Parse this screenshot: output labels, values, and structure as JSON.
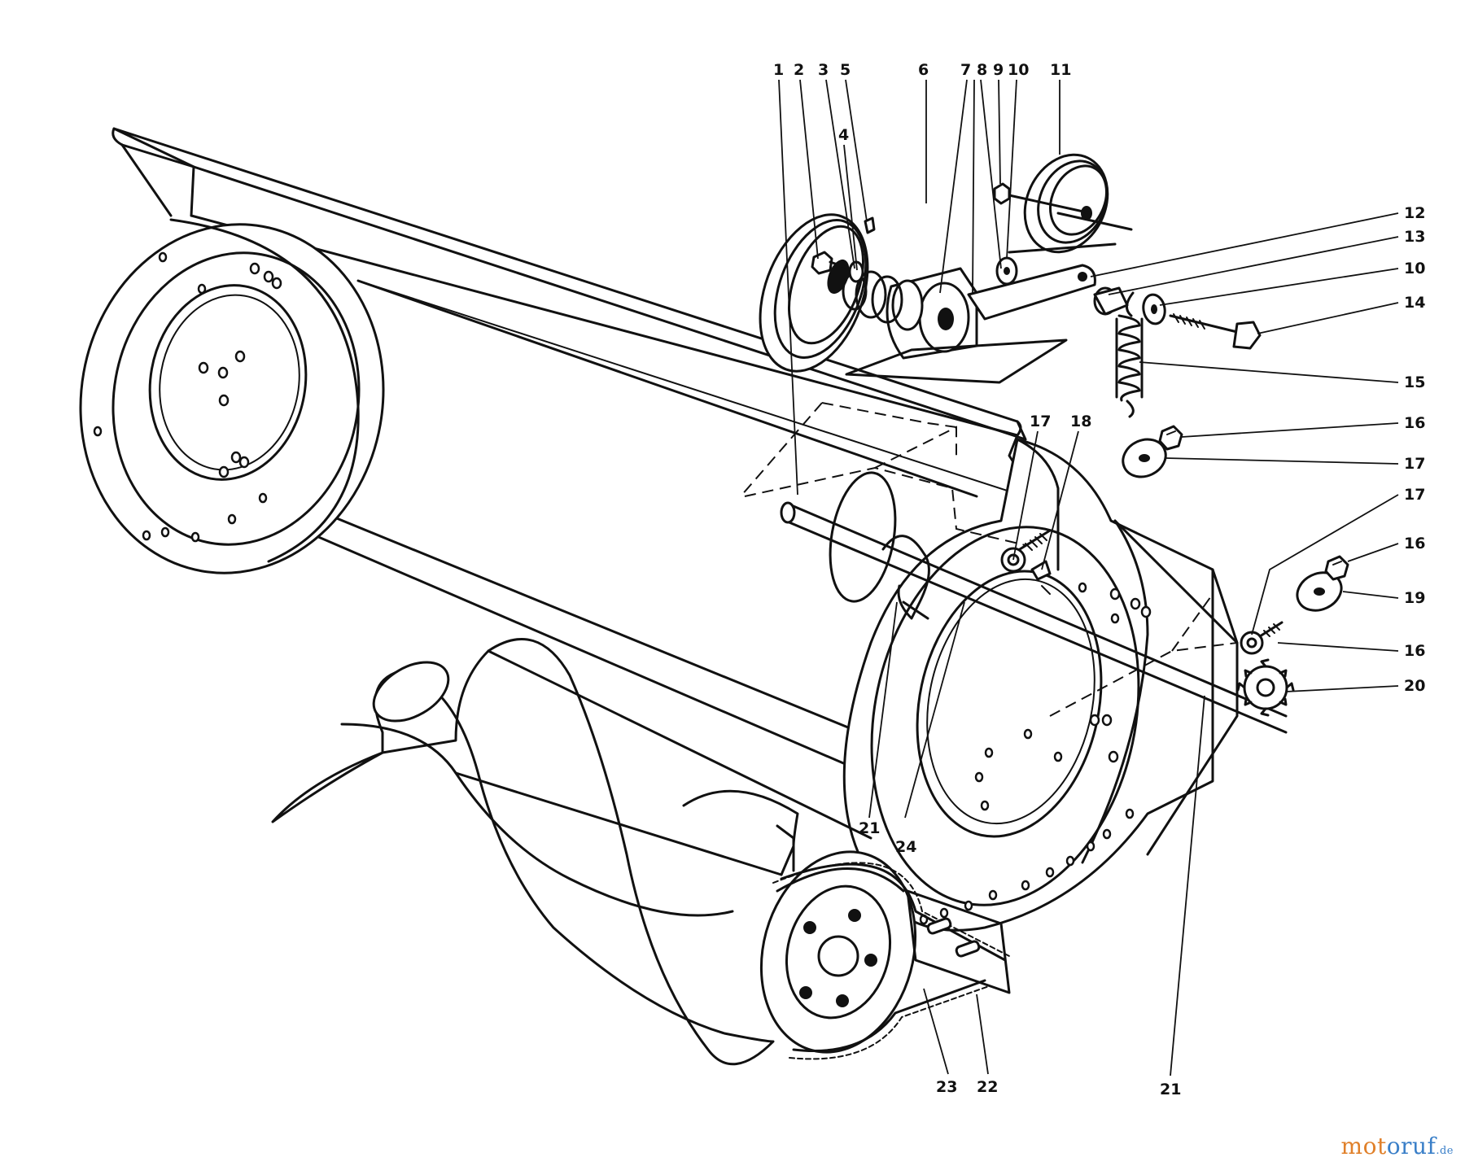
{
  "callouts": [
    {
      "id": "c1",
      "text": "1"
    },
    {
      "id": "c2",
      "text": "2"
    },
    {
      "id": "c3",
      "text": "3"
    },
    {
      "id": "c4",
      "text": "4"
    },
    {
      "id": "c5",
      "text": "5"
    },
    {
      "id": "c6",
      "text": "6"
    },
    {
      "id": "c7",
      "text": "7"
    },
    {
      "id": "c8",
      "text": "8"
    },
    {
      "id": "c9",
      "text": "9"
    },
    {
      "id": "c10a",
      "text": "10"
    },
    {
      "id": "c11",
      "text": "11"
    },
    {
      "id": "c12",
      "text": "12"
    },
    {
      "id": "c13",
      "text": "13"
    },
    {
      "id": "c10b",
      "text": "10"
    },
    {
      "id": "c14",
      "text": "14"
    },
    {
      "id": "c15",
      "text": "15"
    },
    {
      "id": "c16a",
      "text": "16"
    },
    {
      "id": "c17a",
      "text": "17"
    },
    {
      "id": "c17b",
      "text": "17"
    },
    {
      "id": "c16b",
      "text": "16"
    },
    {
      "id": "c19",
      "text": "19"
    },
    {
      "id": "c16c",
      "text": "16"
    },
    {
      "id": "c20",
      "text": "20"
    },
    {
      "id": "c17c",
      "text": "17"
    },
    {
      "id": "c18",
      "text": "18"
    },
    {
      "id": "c21a",
      "text": "21"
    },
    {
      "id": "c24",
      "text": "24"
    },
    {
      "id": "c23",
      "text": "23"
    },
    {
      "id": "c22",
      "text": "22"
    },
    {
      "id": "c21b",
      "text": "21"
    }
  ],
  "watermark": {
    "part1": "mot",
    "part2": "oruf",
    "suffix": ".de"
  }
}
